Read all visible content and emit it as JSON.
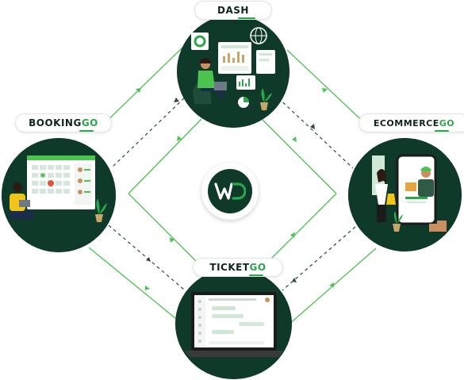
{
  "center": {
    "logo_icon": "wd-logo-icon",
    "brand_colors": {
      "dark": "#0f3a2a",
      "accent": "#2ba64a"
    }
  },
  "nodes": {
    "dash": {
      "label_dark": "DASH",
      "label_green": "",
      "illustration_icon": "analytics-dashboard-illustration"
    },
    "booking": {
      "label_dark": "BOOKING",
      "label_green": "GO",
      "illustration_icon": "calendar-booking-illustration"
    },
    "ecommerce": {
      "label_dark": "ECOMMERCE",
      "label_green": "GO",
      "illustration_icon": "mobile-shop-illustration"
    },
    "ticket": {
      "label_dark": "TICKET",
      "label_green": "GO",
      "illustration_icon": "support-chat-laptop-illustration"
    }
  }
}
